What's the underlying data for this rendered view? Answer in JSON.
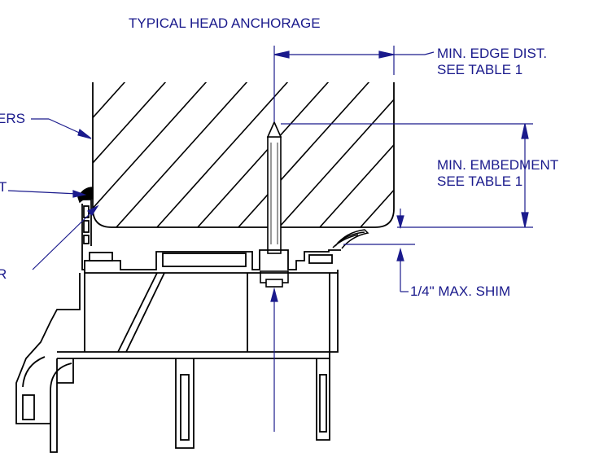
{
  "title": "TYPICAL HEAD ANCHORAGE",
  "callouts": {
    "edge_distance": {
      "line1": "MIN. EDGE DIST.",
      "line2": "SEE TABLE 1"
    },
    "embedment": {
      "line1": "MIN. EMBEDMENT",
      "line2": "SEE TABLE 1"
    },
    "shim": "1/4\"  MAX. SHIM"
  },
  "cut_labels": {
    "upper": "ERS",
    "middle": "T",
    "lower": "R"
  },
  "colors": {
    "annotation": "#1a1a8c",
    "drawing": "#000000",
    "background": "#ffffff"
  }
}
